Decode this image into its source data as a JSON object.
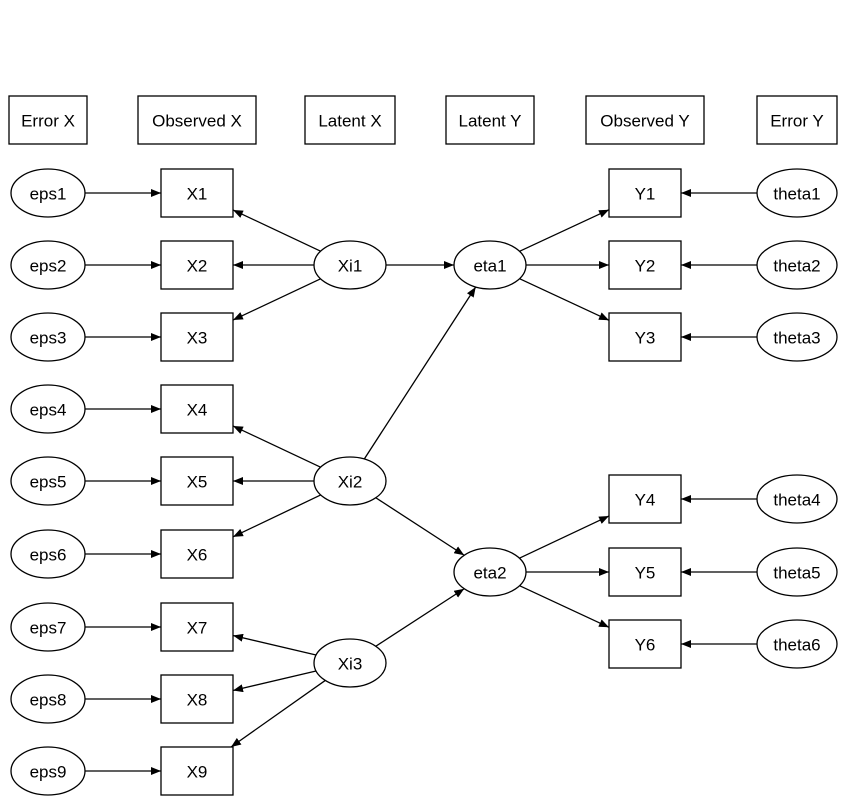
{
  "headers": {
    "error_x": "Error X",
    "observed_x": "Observed X",
    "latent_x": "Latent X",
    "latent_y": "Latent Y",
    "observed_y": "Observed Y",
    "error_y": "Error Y"
  },
  "nodes": {
    "eps1": "eps1",
    "eps2": "eps2",
    "eps3": "eps3",
    "eps4": "eps4",
    "eps5": "eps5",
    "eps6": "eps6",
    "eps7": "eps7",
    "eps8": "eps8",
    "eps9": "eps9",
    "X1": "X1",
    "X2": "X2",
    "X3": "X3",
    "X4": "X4",
    "X5": "X5",
    "X6": "X6",
    "X7": "X7",
    "X8": "X8",
    "X9": "X9",
    "Xi1": "Xi1",
    "Xi2": "Xi2",
    "Xi3": "Xi3",
    "eta1": "eta1",
    "eta2": "eta2",
    "Y1": "Y1",
    "Y2": "Y2",
    "Y3": "Y3",
    "Y4": "Y4",
    "Y5": "Y5",
    "Y6": "Y6",
    "theta1": "theta1",
    "theta2": "theta2",
    "theta3": "theta3",
    "theta4": "theta4",
    "theta5": "theta5",
    "theta6": "theta6"
  },
  "edges": [
    [
      "eps1",
      "X1"
    ],
    [
      "eps2",
      "X2"
    ],
    [
      "eps3",
      "X3"
    ],
    [
      "eps4",
      "X4"
    ],
    [
      "eps5",
      "X5"
    ],
    [
      "eps6",
      "X6"
    ],
    [
      "eps7",
      "X7"
    ],
    [
      "eps8",
      "X8"
    ],
    [
      "eps9",
      "X9"
    ],
    [
      "Xi1",
      "X1"
    ],
    [
      "Xi1",
      "X2"
    ],
    [
      "Xi1",
      "X3"
    ],
    [
      "Xi2",
      "X4"
    ],
    [
      "Xi2",
      "X5"
    ],
    [
      "Xi2",
      "X6"
    ],
    [
      "Xi3",
      "X7"
    ],
    [
      "Xi3",
      "X8"
    ],
    [
      "Xi3",
      "X9"
    ],
    [
      "Xi1",
      "eta1"
    ],
    [
      "Xi2",
      "eta1"
    ],
    [
      "Xi2",
      "eta2"
    ],
    [
      "Xi3",
      "eta2"
    ],
    [
      "eta1",
      "Y1"
    ],
    [
      "eta1",
      "Y2"
    ],
    [
      "eta1",
      "Y3"
    ],
    [
      "eta2",
      "Y4"
    ],
    [
      "eta2",
      "Y5"
    ],
    [
      "eta2",
      "Y6"
    ],
    [
      "theta1",
      "Y1"
    ],
    [
      "theta2",
      "Y2"
    ],
    [
      "theta3",
      "Y3"
    ],
    [
      "theta4",
      "Y4"
    ],
    [
      "theta5",
      "Y5"
    ],
    [
      "theta6",
      "Y6"
    ]
  ]
}
